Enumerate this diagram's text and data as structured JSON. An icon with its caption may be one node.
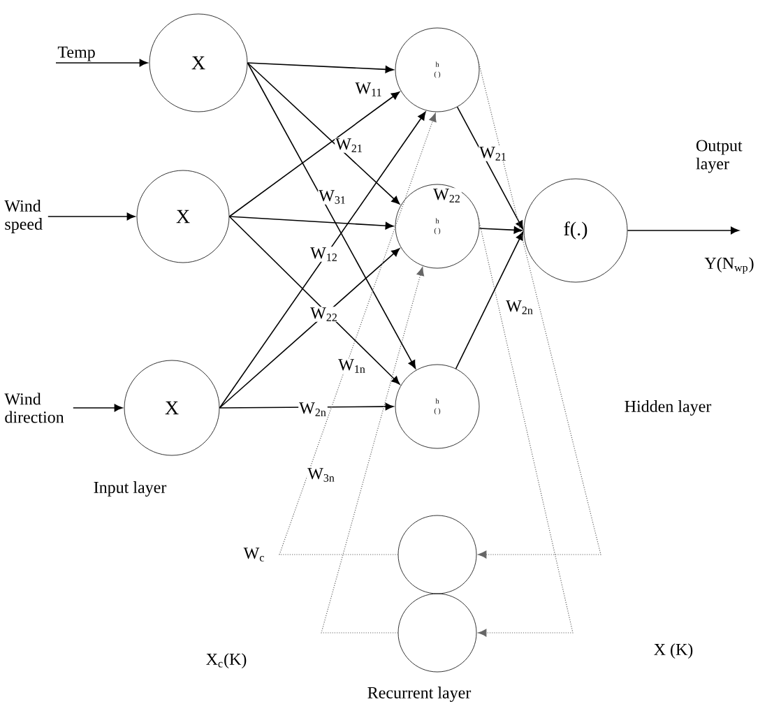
{
  "diagram": {
    "nodes": [
      {
        "text": [
          "Temp"
        ]
      },
      {
        "text": [
          "Wind speed"
        ]
      },
      {
        "text": [
          "Wind direction"
        ]
      },
      {
        "text": [
          "X"
        ]
      },
      {
        "text": [
          "X"
        ]
      },
      {
        "text": [
          "X"
        ]
      },
      {
        "text": [
          "h",
          "( )"
        ]
      },
      {
        "text": [
          "h",
          "( )"
        ]
      },
      {
        "text": [
          "h",
          "( )"
        ]
      },
      {
        "text": [
          "f(.)"
        ]
      },
      {
        "text": [],
        "shape": "circle"
      },
      {
        "text": [],
        "shape": "circle"
      }
    ],
    "edges": [
      {
        "from": 0,
        "to": 3,
        "arrow": "to"
      },
      {
        "from": 1,
        "to": 4,
        "arrow": "to"
      },
      {
        "from": 2,
        "to": 5,
        "arrow": "to"
      },
      {
        "from": 3,
        "to": 6,
        "arrow": "to"
      },
      {
        "from": 3,
        "to": 7,
        "arrow": "to"
      },
      {
        "from": 3,
        "to": 8,
        "arrow": "to"
      },
      {
        "from": 4,
        "to": 6,
        "arrow": "to"
      },
      {
        "from": 4,
        "to": 7,
        "arrow": "to"
      },
      {
        "from": 4,
        "to": 8,
        "arrow": "to"
      },
      {
        "from": 5,
        "to": 6,
        "arrow": "to"
      },
      {
        "from": 5,
        "to": 7,
        "arrow": "to"
      },
      {
        "from": 5,
        "to": 8,
        "arrow": "to"
      },
      {
        "from": 6,
        "to": 9,
        "arrow": "to"
      },
      {
        "from": 7,
        "to": 9,
        "arrow": "to"
      },
      {
        "from": 8,
        "to": 9,
        "arrow": "to"
      },
      {
        "from": 9,
        "to": null,
        "arrow": "to"
      },
      {
        "from": 6,
        "to": 10,
        "arrow": "to",
        "style": "dashed",
        "color": "#666666"
      },
      {
        "from": 7,
        "to": 11,
        "arrow": "to",
        "style": "dashed",
        "color": "#666666"
      },
      {
        "from": 10,
        "to": 6,
        "arrow": "to",
        "style": "dashed",
        "color": "#666666"
      },
      {
        "from": 11,
        "to": 7,
        "arrow": "to",
        "style": "dashed",
        "color": "#666666"
      }
    ],
    "labels": [
      "W$_{11}$",
      "W$_{21}$",
      "W$_{31}$",
      "W$_{12}$",
      "W$_{22}$",
      "W$_{1n}$",
      "W$_{2n}$",
      "W$_{3n}$",
      "W$_{21}$",
      "Output layer",
      "W$_{22}$",
      "Y(N$_{wp}$)",
      "W$_{2n}$",
      "Hidden layer",
      "Input layer",
      "W$_{c}$",
      "X$_{c}$(K)",
      "X (K)",
      "Recurrent layer"
    ]
  }
}
